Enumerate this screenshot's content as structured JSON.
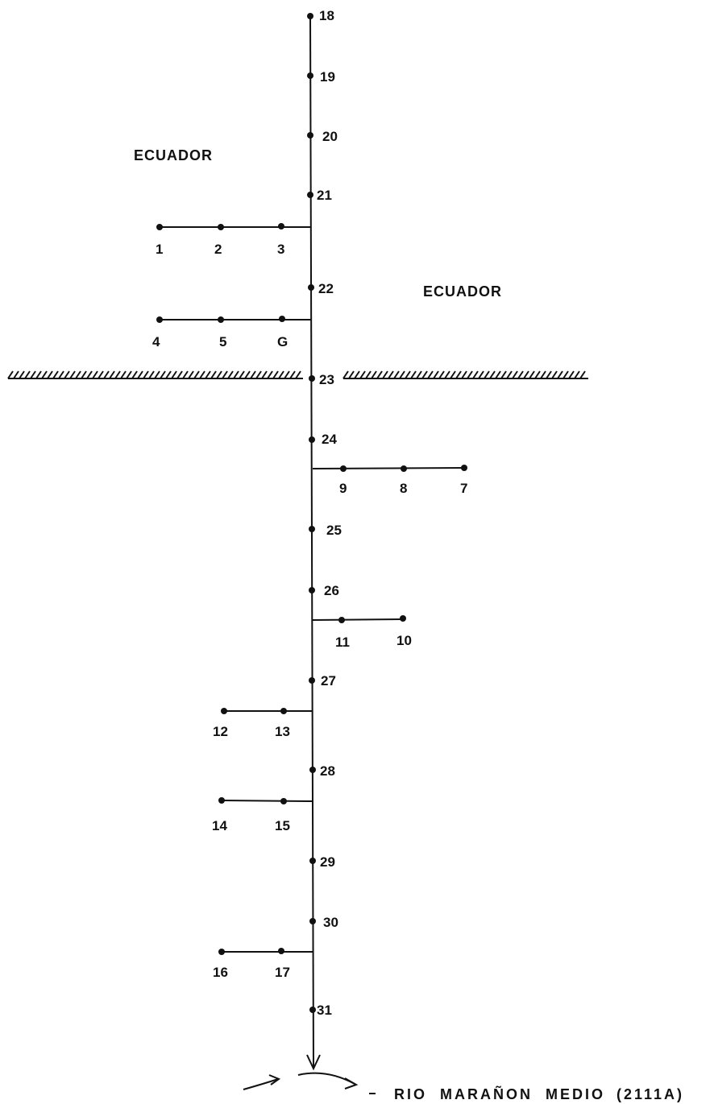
{
  "regions": {
    "upper_left": "ECUADOR",
    "right": "ECUADOR"
  },
  "main_channel": {
    "nodes": [
      "18",
      "19",
      "20",
      "21",
      "22",
      "23",
      "24",
      "25",
      "26",
      "27",
      "28",
      "29",
      "30",
      "31"
    ]
  },
  "branches": [
    {
      "nodes": [
        "1",
        "2",
        "3"
      ]
    },
    {
      "nodes": [
        "4",
        "5",
        "G"
      ]
    },
    {
      "nodes": [
        "9",
        "8",
        "7"
      ]
    },
    {
      "nodes": [
        "11",
        "10"
      ]
    },
    {
      "nodes": [
        "12",
        "13"
      ]
    },
    {
      "nodes": [
        "14",
        "15"
      ]
    },
    {
      "nodes": [
        "16",
        "17"
      ]
    }
  ],
  "outlet": {
    "river": "RIO  MARAÑON  MEDIO",
    "code": "(2111A)"
  },
  "colors": {
    "ink": "#111111",
    "background": "#ffffff"
  }
}
